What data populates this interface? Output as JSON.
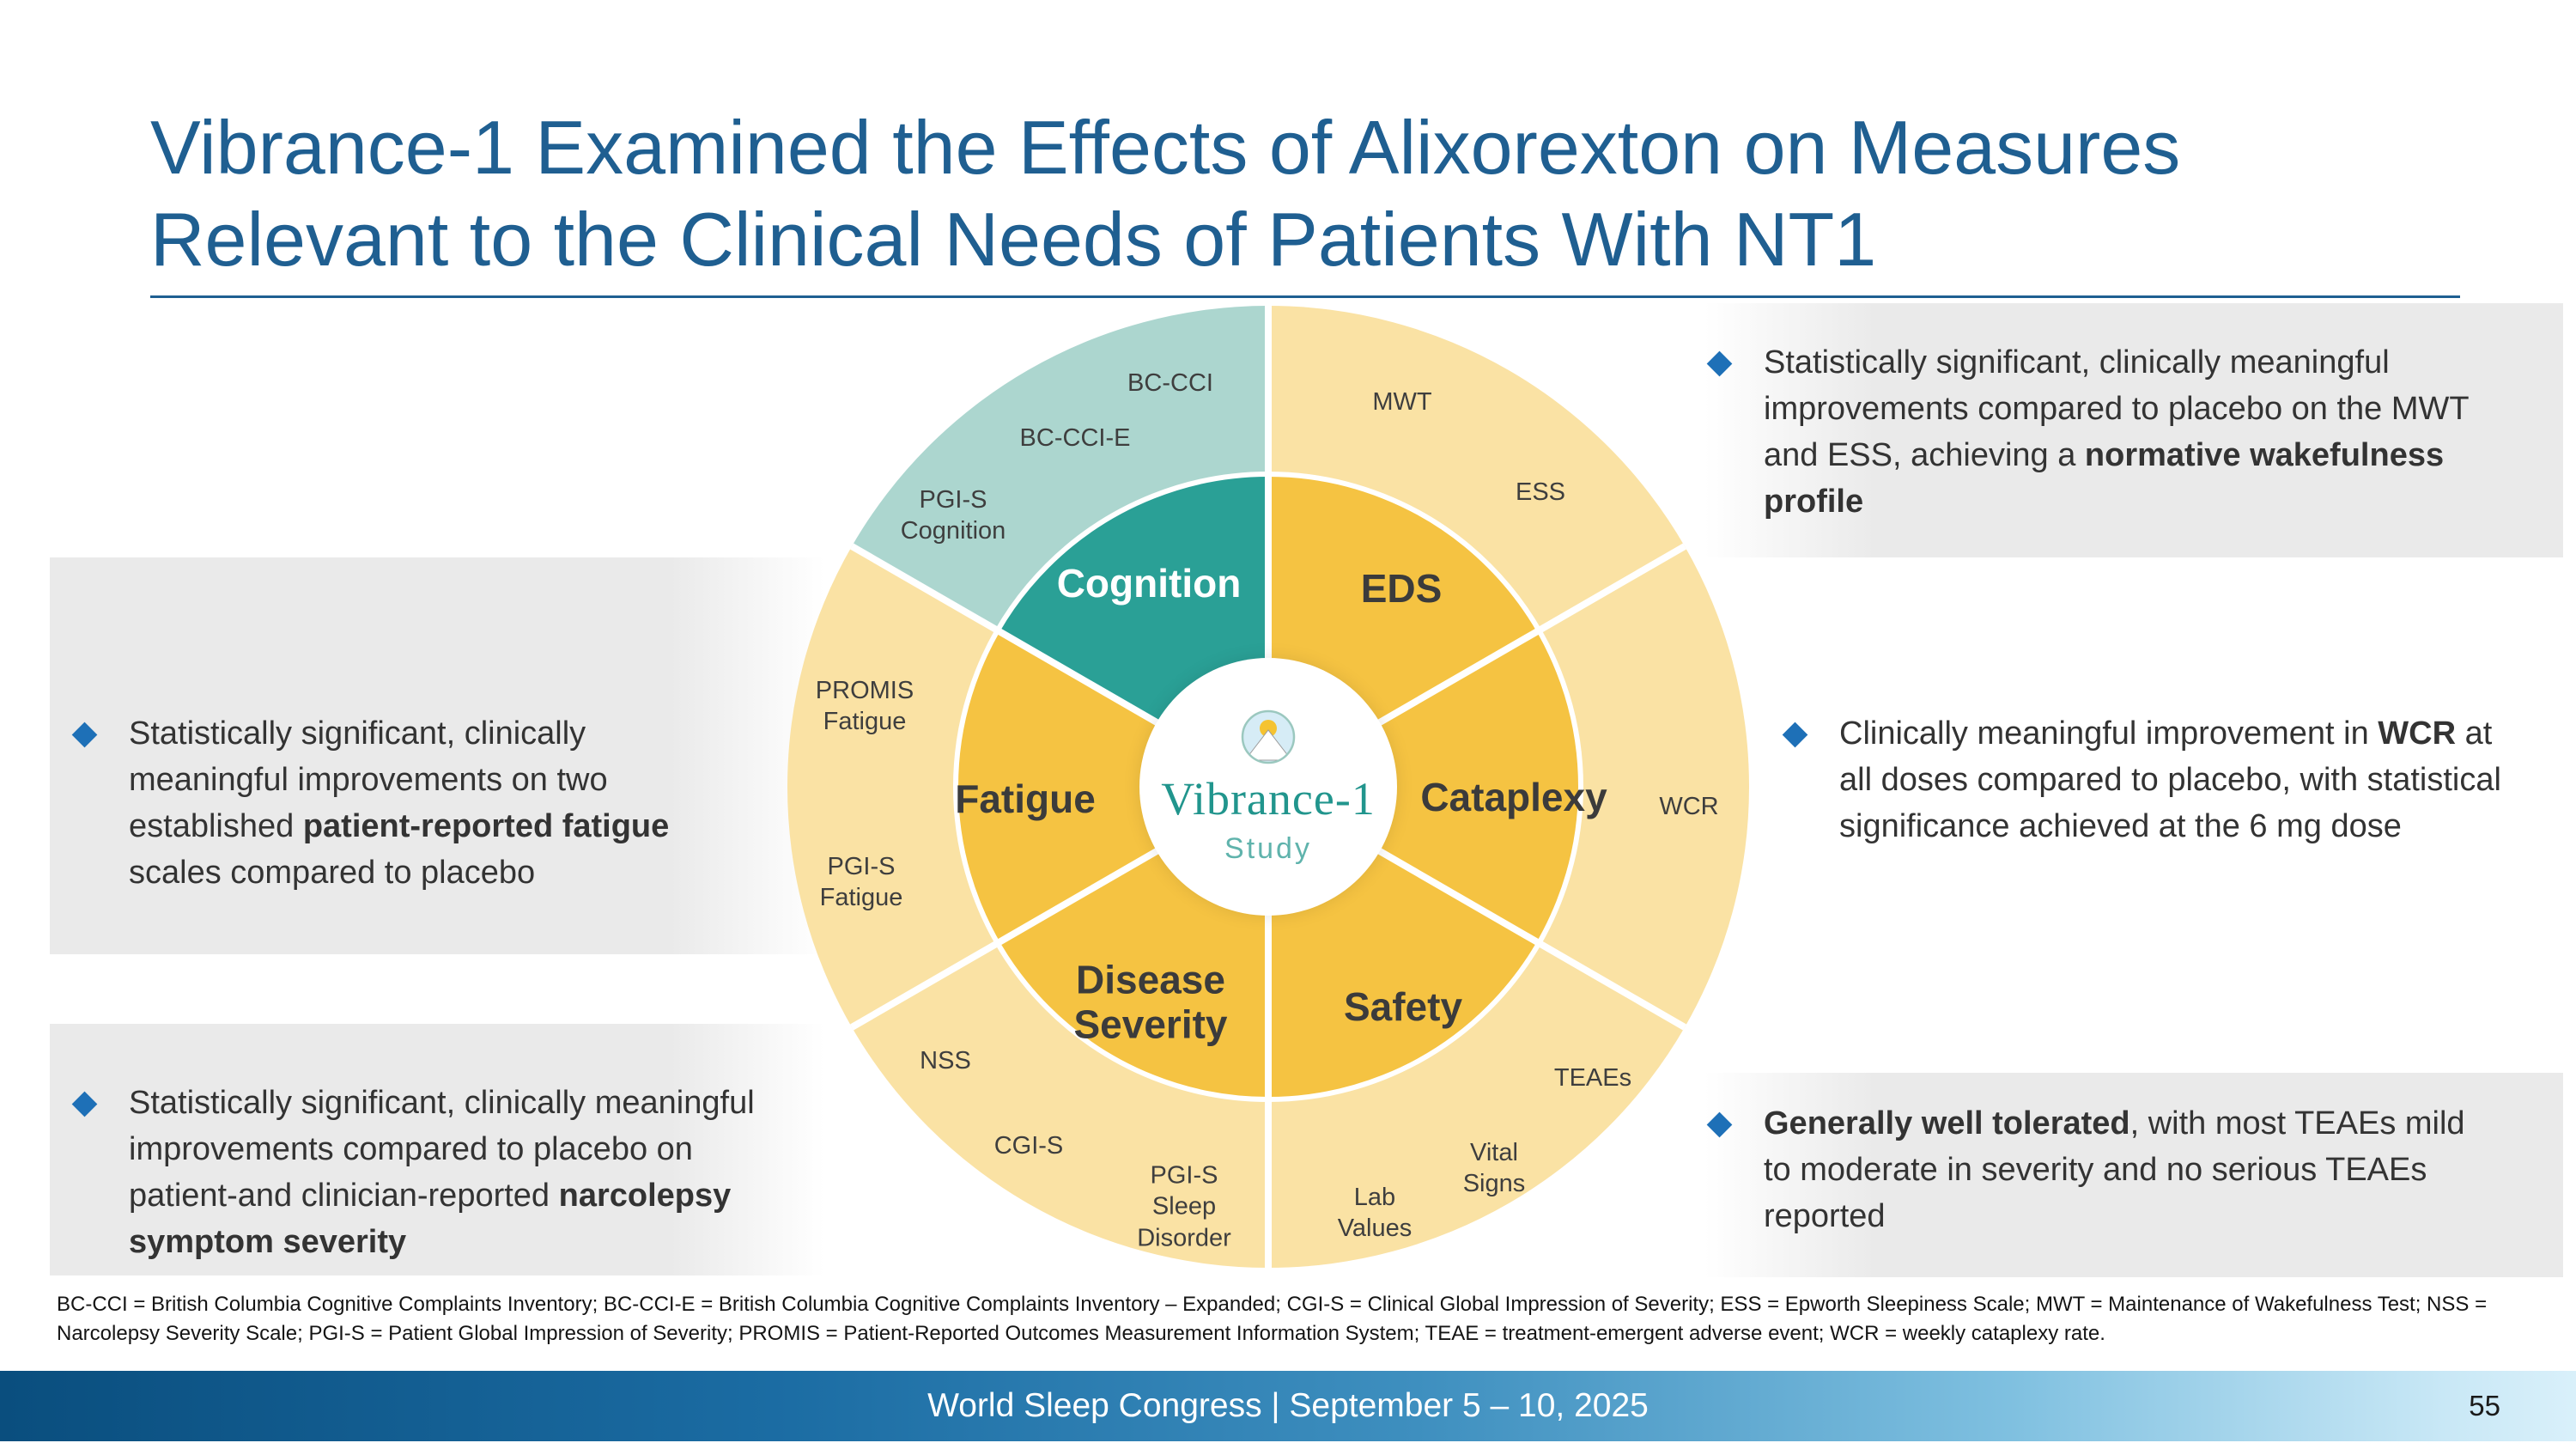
{
  "title": "Vibrance-1 Examined the Effects of Alixorexton on Measures Relevant to the Clinical Needs of Patients With NT1",
  "colors": {
    "title_blue": "#1F5F91",
    "accent_blue": "#1E70B7",
    "teal_inner": "#2AA096",
    "teal_outer": "#ACD6CF",
    "gold_inner": "#F5C342",
    "gold_outer": "#FAE2A4",
    "panel_gray": "#EAEAEA"
  },
  "wheel": {
    "center": {
      "name": "Vibrance-1",
      "subtitle": "Study"
    },
    "segments": [
      {
        "label": "Cognition",
        "inner_color": "#2AA096",
        "outer_color": "#ACD6CF",
        "label_color": "#FFFFFF"
      },
      {
        "label": "EDS",
        "inner_color": "#F5C342",
        "outer_color": "#FAE2A4",
        "label_color": "#3B3B3B"
      },
      {
        "label": "Cataplexy",
        "inner_color": "#F5C342",
        "outer_color": "#FAE2A4",
        "label_color": "#3B3B3B"
      },
      {
        "label": "Safety",
        "inner_color": "#F5C342",
        "outer_color": "#FAE2A4",
        "label_color": "#3B3B3B"
      },
      {
        "label": "Disease Severity",
        "inner_color": "#F5C342",
        "outer_color": "#FAE2A4",
        "label_color": "#3B3B3B"
      },
      {
        "label": "Fatigue",
        "inner_color": "#F5C342",
        "outer_color": "#FAE2A4",
        "label_color": "#3B3B3B"
      }
    ],
    "measures": {
      "bc_cci": "BC-CCI",
      "bc_cci_e": "BC-CCI-E",
      "pgi_s_cognition": "PGI-S Cognition",
      "mwt": "MWT",
      "ess": "ESS",
      "wcr": "WCR",
      "teaes": "TEAEs",
      "vital_signs": "Vital Signs",
      "lab_values": "Lab Values",
      "pgi_s_sleep_disorder": "PGI-S Sleep Disorder",
      "cgi_s": "CGI-S",
      "nss": "NSS",
      "promis_fatigue": "PROMIS Fatigue",
      "pgi_s_fatigue": "PGI-S Fatigue"
    }
  },
  "callouts": [
    {
      "position": "top-right",
      "segments": [
        {
          "text": "Statistically significant, clinically meaningful improvements compared to placebo on the MWT and ESS, achieving a ",
          "bold": false
        },
        {
          "text": "normative wakefulness profile",
          "bold": true
        }
      ]
    },
    {
      "position": "middle-left",
      "segments": [
        {
          "text": "Statistically significant, clinically meaningful improvements on two established ",
          "bold": false
        },
        {
          "text": "patient-reported fatigue",
          "bold": true
        },
        {
          "text": " scales compared to placebo",
          "bold": false
        }
      ]
    },
    {
      "position": "middle-right",
      "segments": [
        {
          "text": "Clinically meaningful improvement in ",
          "bold": false
        },
        {
          "text": "WCR",
          "bold": true
        },
        {
          "text": " at all doses compared to placebo, with statistical significance achieved at the 6 mg dose",
          "bold": false
        }
      ]
    },
    {
      "position": "bottom-left",
      "segments": [
        {
          "text": "Statistically significant, clinically meaningful improvements compared to placebo on patient-and clinician-reported ",
          "bold": false
        },
        {
          "text": "narcolepsy symptom severity",
          "bold": true
        }
      ]
    },
    {
      "position": "bottom-right",
      "segments": [
        {
          "text": "Generally well tolerated",
          "bold": true
        },
        {
          "text": ", with most TEAEs mild to moderate in severity and no serious TEAEs reported",
          "bold": false
        }
      ]
    }
  ],
  "footnote": "BC-CCI = British Columbia Cognitive Complaints Inventory; BC-CCI-E = British Columbia Cognitive Complaints Inventory – Expanded; CGI-S = Clinical Global Impression of Severity; ESS = Epworth Sleepiness Scale; MWT = Maintenance of Wakefulness Test; NSS = Narcolepsy Severity Scale; PGI-S = Patient Global Impression of Severity; PROMIS = Patient-Reported Outcomes Measurement Information System; TEAE = treatment-emergent adverse event; WCR = weekly cataplexy rate.",
  "footer": {
    "text": "World Sleep Congress | September 5 – 10, 2025",
    "page_number": "55"
  }
}
